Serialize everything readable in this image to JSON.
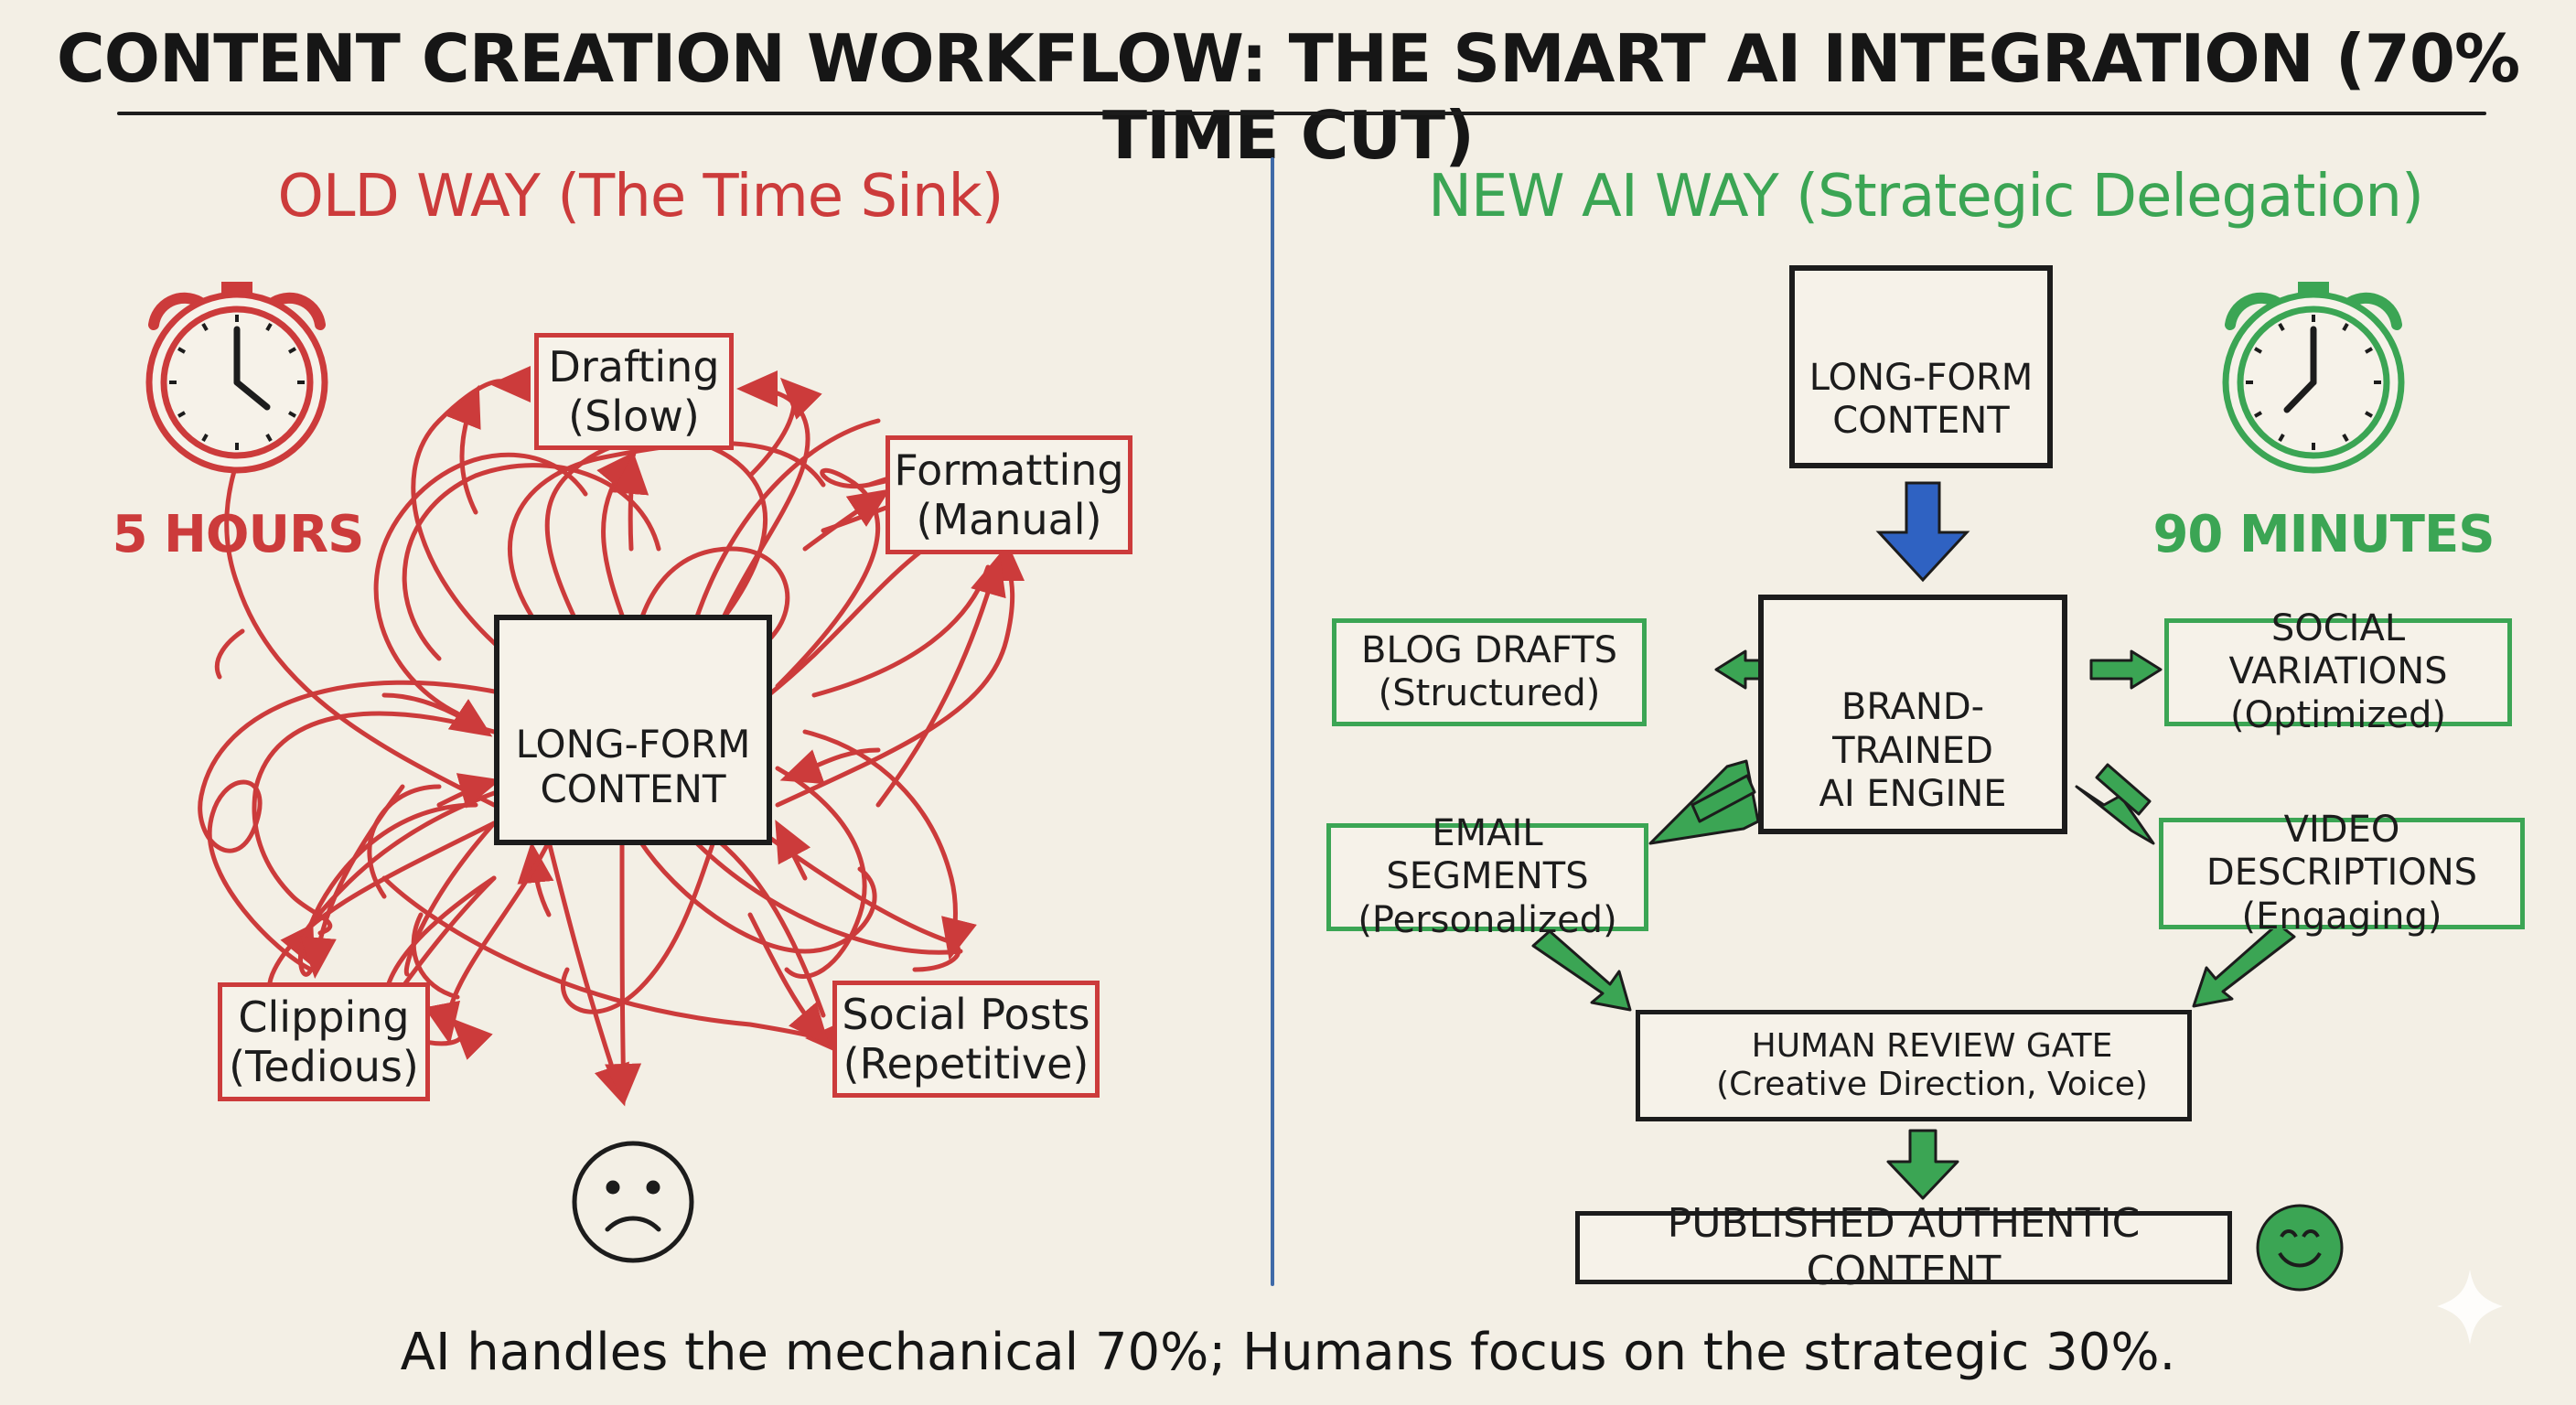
{
  "title": "CONTENT CREATION WORKFLOW: THE SMART AI INTEGRATION (70% TIME CUT)",
  "old_way": {
    "heading": "OLD WAY (The Time Sink)",
    "time": "5 HOURS",
    "center": {
      "line1": "LONG-FORM",
      "line2": "CONTENT"
    },
    "drafting": {
      "line1": "Drafting",
      "line2": "(Slow)"
    },
    "formatting": {
      "line1": "Formatting",
      "line2": "(Manual)"
    },
    "clipping": {
      "line1": "Clipping",
      "line2": "(Tedious)"
    },
    "social_posts": {
      "line1": "Social Posts",
      "line2": "(Repetitive)"
    }
  },
  "new_way": {
    "heading": "NEW AI WAY (Strategic Delegation)",
    "time": "90 MINUTES",
    "source": {
      "line1": "LONG-FORM",
      "line2": "CONTENT"
    },
    "engine": {
      "line1": "BRAND-TRAINED",
      "line2": "AI ENGINE"
    },
    "blog": {
      "line1": "BLOG DRAFTS",
      "line2": "(Structured)"
    },
    "social": {
      "line1": "SOCIAL VARIATIONS",
      "line2": "(Optimized)"
    },
    "email": {
      "line1": "EMAIL SEGMENTS",
      "line2": "(Personalized)"
    },
    "video": {
      "line1": "VIDEO DESCRIPTIONS",
      "line2": "(Engaging)"
    },
    "review": {
      "line1": "HUMAN REVIEW GATE",
      "line2": "(Creative Direction, Voice)"
    },
    "published": "PUBLISHED AUTHENTIC CONTENT"
  },
  "footer": "AI handles the mechanical 70%; Humans focus on the strategic 30%.",
  "colors": {
    "old": "#cc3b3b",
    "new": "#3ba554",
    "divider": "#3f6aa8",
    "ink": "#1c1c1c",
    "arrow_blue": "#2f62c2"
  },
  "icons": [
    "alarm-clock-icon",
    "podcast-mic-icon",
    "robot-icon",
    "gear-icon",
    "person-icon",
    "pen-icon",
    "sad-face-icon",
    "smiley-face-icon",
    "sparkle-icon"
  ]
}
